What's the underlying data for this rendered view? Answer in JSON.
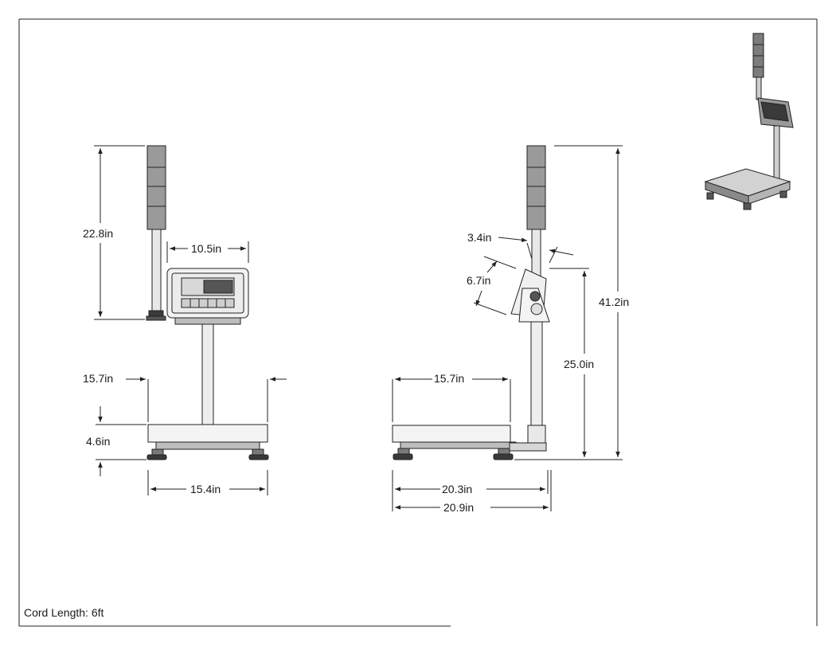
{
  "dimensions": {
    "front_light_tower_height": "22.8in",
    "front_indicator_width": "10.5in",
    "front_platform_height": "15.7in",
    "front_base_height": "4.6in",
    "front_platform_width": "15.4in",
    "side_indicator_offset": "3.4in",
    "side_indicator_depth": "6.7in",
    "side_overall_height": "41.2in",
    "side_indicator_height": "25.0in",
    "side_platform_depth": "15.7in",
    "side_base_depth": "20.3in",
    "side_overall_depth": "20.9in"
  },
  "notes": {
    "cord_length": "Cord Length: 6ft"
  },
  "colors": {
    "line": "#222222",
    "part_fill": "#f2f2f2",
    "shade": "#9a9a9a",
    "dark": "#3a3a3a"
  }
}
